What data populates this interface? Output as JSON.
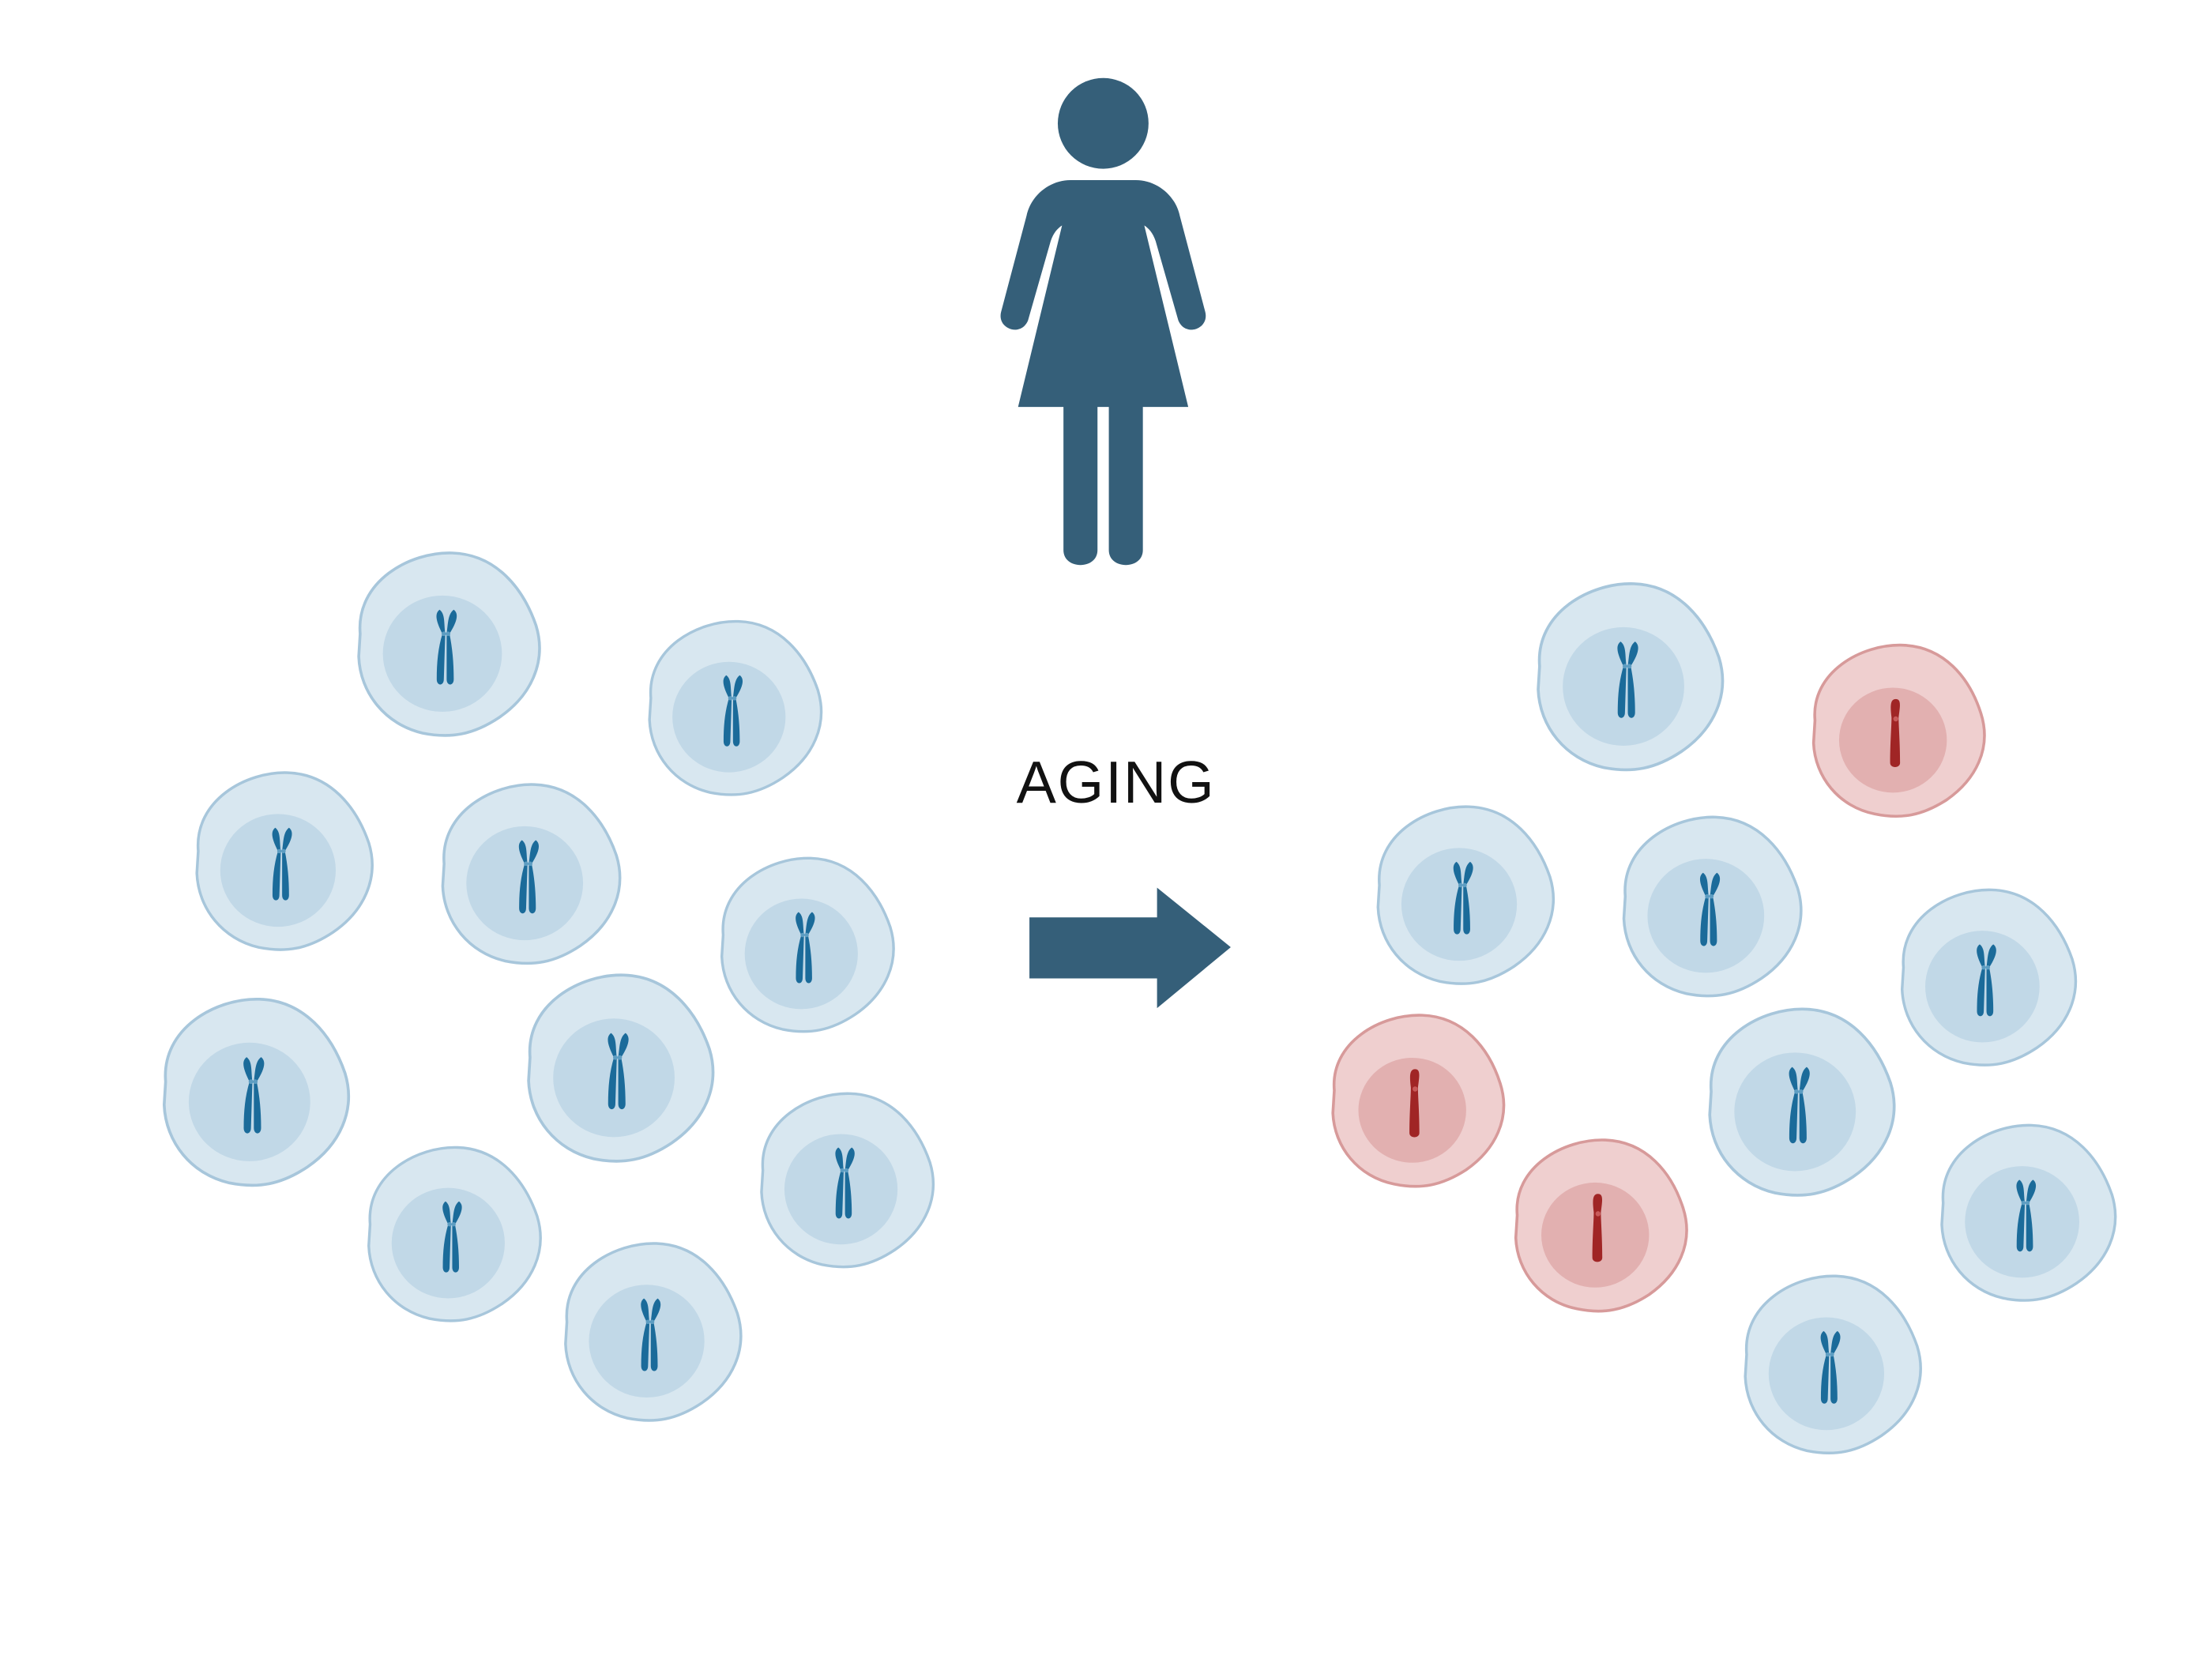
{
  "diagram": {
    "label": "AGING",
    "colors": {
      "figure": "#355f79",
      "healthy_cell": "#d8e7f0",
      "healthy_cell_border": "#a7c6db",
      "healthy_nucleus": "#c1d8e7",
      "healthy_chromosome": "#1b6b9a",
      "aneuploid_cell": "#efcfcf",
      "aneuploid_cell_border": "#d79a9a",
      "aneuploid_nucleus": "#e2b0b0",
      "aneuploid_chromosome": "#a02525"
    },
    "before_cells": {
      "healthy": 10
    },
    "after_cells": {
      "healthy": 7,
      "aneuploid": 3
    }
  }
}
